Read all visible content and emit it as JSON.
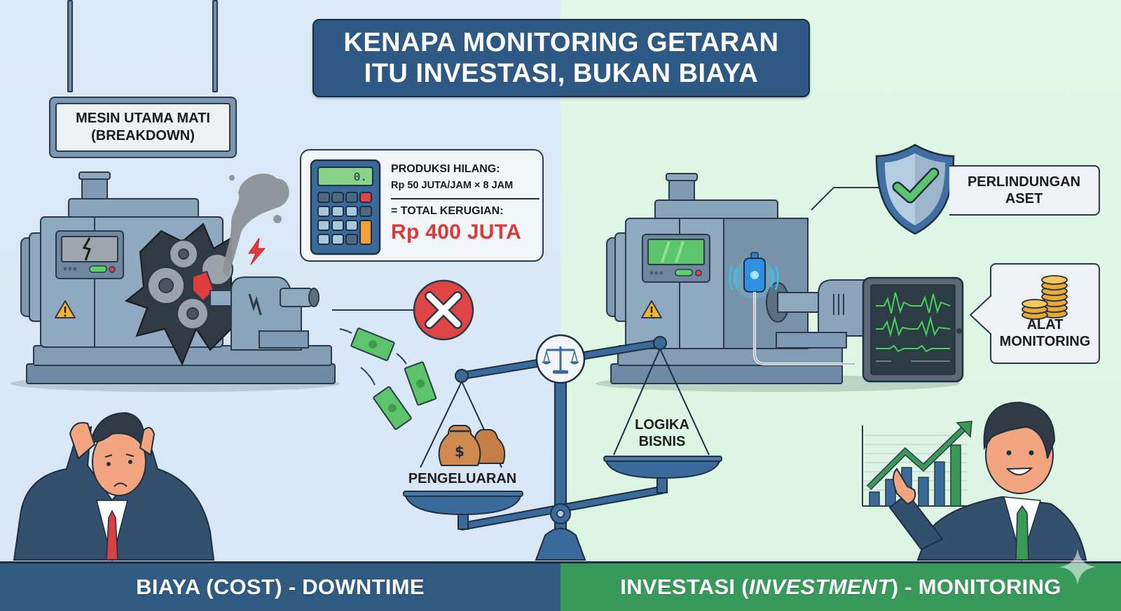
{
  "title": {
    "line1": "KENAPA MONITORING GETARAN",
    "line2": "ITU INVESTASI, BUKAN BIAYA"
  },
  "left_panel": {
    "sign": {
      "line1": "MESIN UTAMA MATI",
      "line2": "(BREAKDOWN)"
    },
    "calculation": {
      "label": "PRODUKSI HILANG:",
      "formula": "Rp 50 JUTA/JAM × 8 JAM",
      "total_label": "= TOTAL KERUGIAN:",
      "total_value": "Rp 400 JUTA",
      "calculator_display": "0."
    },
    "scale_pan_label": "PENGELUARAN",
    "footer": {
      "prefix": "BIAYA (",
      "emph": "COST",
      "suffix": ") - DOWNTIME"
    },
    "icons": [
      "hanging-sign",
      "broken-machine",
      "smoke",
      "lightning-icon",
      "warning-icon",
      "calculator-icon",
      "cross-icon",
      "money-bills",
      "money-bags-icon",
      "stressed-businessman"
    ]
  },
  "right_panel": {
    "protection_label": {
      "line1": "PERLINDUNGAN",
      "line2": "ASET"
    },
    "tool_label": {
      "line1": "ALAT",
      "line2": "MONITORING"
    },
    "scale_pan_label": {
      "line1": "LOGIKA",
      "line2": "BISNIS"
    },
    "footer": {
      "prefix": "INVESTASI (",
      "emph": "INVESTMENT",
      "suffix": ") - MONITORING"
    },
    "icons": [
      "shield-check-icon",
      "healthy-machine",
      "vibration-sensor-icon",
      "tablet-waveform",
      "coins-icon",
      "growth-chart",
      "smiling-businessman"
    ]
  },
  "center": {
    "icon": "balance-scale-icon"
  },
  "colors": {
    "left_bg": "#dce9f8",
    "right_bg": "#e0f7e6",
    "footer_left": "#2f5a82",
    "footer_right": "#389a5a",
    "title_bg": "#2f5985",
    "loss_red": "#d93a3a",
    "wave_green": "#45d35a"
  }
}
